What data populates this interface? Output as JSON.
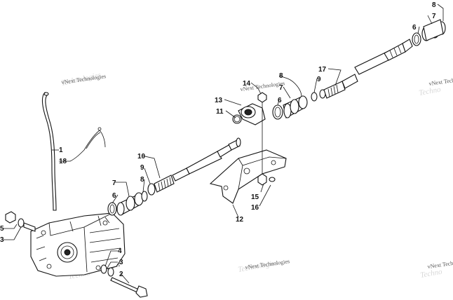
{
  "watermark": "vNext Technologies",
  "callouts": [
    {
      "id": "c1",
      "text": "1"
    },
    {
      "id": "c2",
      "text": "2"
    },
    {
      "id": "c3a",
      "text": "3"
    },
    {
      "id": "c3b",
      "text": "3"
    },
    {
      "id": "c4",
      "text": "4"
    },
    {
      "id": "c5",
      "text": "5"
    },
    {
      "id": "c6a",
      "text": "6"
    },
    {
      "id": "c6b",
      "text": "6"
    },
    {
      "id": "c6c",
      "text": "6"
    },
    {
      "id": "c7a",
      "text": "7"
    },
    {
      "id": "c7b",
      "text": "7"
    },
    {
      "id": "c7c",
      "text": "7"
    },
    {
      "id": "c8a",
      "text": "8"
    },
    {
      "id": "c8b",
      "text": "8"
    },
    {
      "id": "c8c",
      "text": "8"
    },
    {
      "id": "c9a",
      "text": "9"
    },
    {
      "id": "c9b",
      "text": "9"
    },
    {
      "id": "c10",
      "text": "10"
    },
    {
      "id": "c11",
      "text": "11"
    },
    {
      "id": "c12",
      "text": "12"
    },
    {
      "id": "c13",
      "text": "13"
    },
    {
      "id": "c14",
      "text": "14"
    },
    {
      "id": "c15",
      "text": "15"
    },
    {
      "id": "c16",
      "text": "16"
    },
    {
      "id": "c17",
      "text": "17"
    },
    {
      "id": "c18",
      "text": "18"
    }
  ]
}
